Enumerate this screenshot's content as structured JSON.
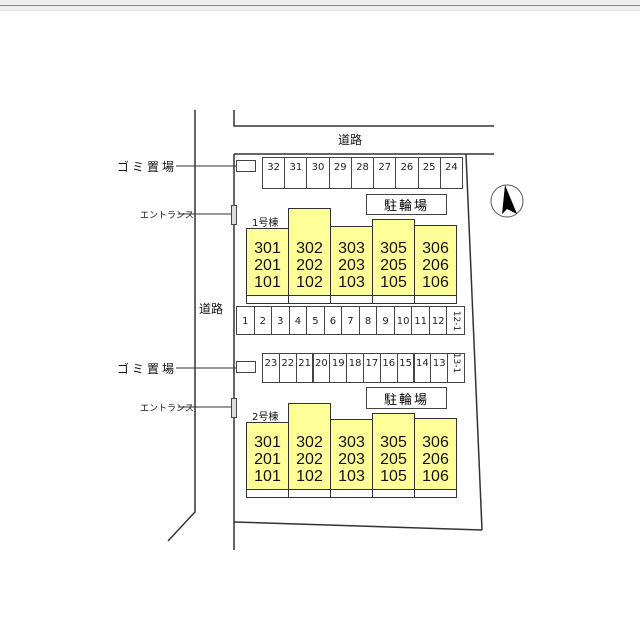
{
  "labels": {
    "road": "道路",
    "garbage": "ゴミ置場",
    "entrance": "エントランス",
    "bike_parking": "駐輪場"
  },
  "parking": {
    "top_row": [
      "32",
      "31",
      "30",
      "29",
      "28",
      "27",
      "26",
      "25",
      "24"
    ],
    "middle_row": [
      "1",
      "2",
      "3",
      "4",
      "5",
      "6",
      "7",
      "8",
      "9",
      "10",
      "11",
      "12",
      "12-1"
    ],
    "lower_row": [
      "23",
      "22",
      "21",
      "20",
      "19",
      "18",
      "17",
      "16",
      "15",
      "14",
      "13",
      "13-1"
    ]
  },
  "buildings": [
    {
      "name": "1号棟",
      "units": [
        [
          "301",
          "201",
          "101"
        ],
        [
          "302",
          "202",
          "102"
        ],
        [
          "303",
          "203",
          "103"
        ],
        [
          "305",
          "205",
          "105"
        ],
        [
          "306",
          "206",
          "106"
        ]
      ]
    },
    {
      "name": "2号棟",
      "units": [
        [
          "301",
          "201",
          "101"
        ],
        [
          "302",
          "202",
          "102"
        ],
        [
          "303",
          "203",
          "103"
        ],
        [
          "305",
          "205",
          "105"
        ],
        [
          "306",
          "206",
          "106"
        ]
      ]
    }
  ],
  "colors": {
    "unit_fill": "#ffff99",
    "line": "#333333"
  },
  "icons": {
    "compass": "north-arrow-icon"
  }
}
